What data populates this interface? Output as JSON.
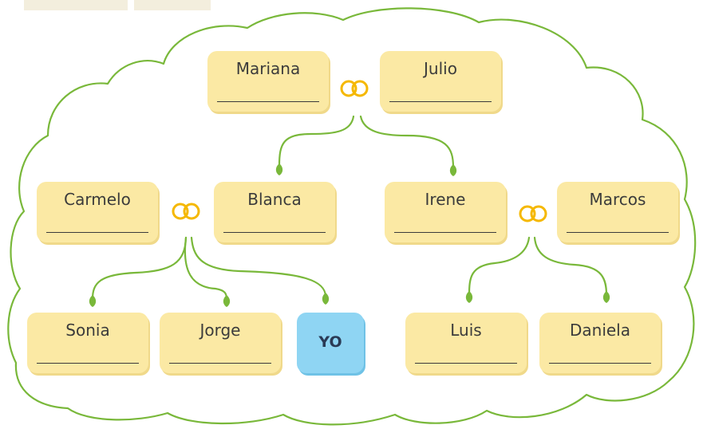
{
  "persons": {
    "mariana": "Mariana",
    "julio": "Julio",
    "carmelo": "Carmelo",
    "blanca": "Blanca",
    "irene": "Irene",
    "marcos": "Marcos",
    "sonia": "Sonia",
    "jorge": "Jorge",
    "yo": "YO",
    "luis": "Luis",
    "daniela": "Daniela"
  },
  "colors": {
    "cloud_outline": "#79b83a",
    "branch": "#79b83a",
    "card_fill": "#fbe9a4",
    "self_card_fill": "#8fd5f3",
    "rings": "#f5b800"
  }
}
